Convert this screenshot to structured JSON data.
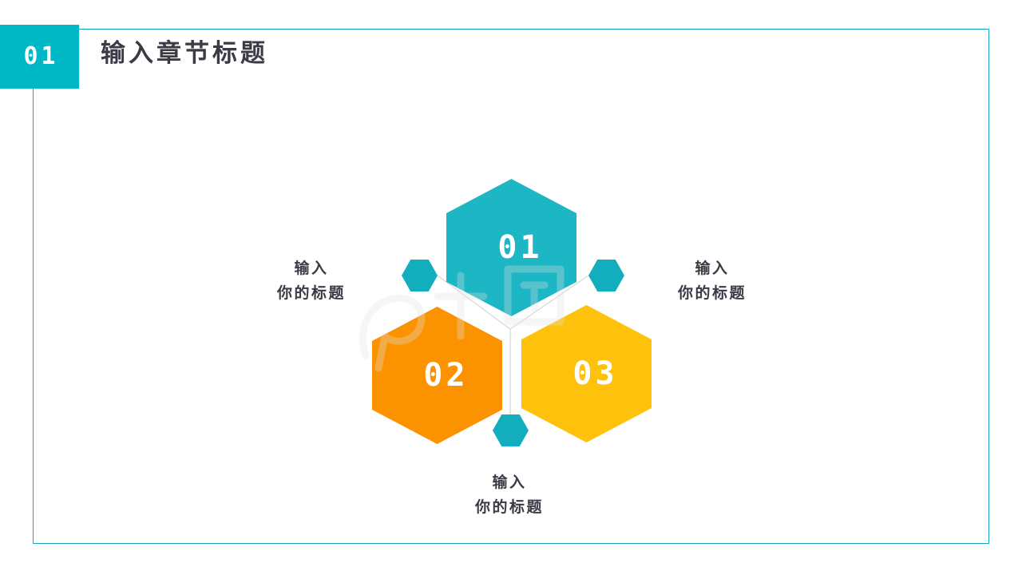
{
  "slide": {
    "background_color": "#FFFFFF",
    "frame_color": "#12A8BE"
  },
  "header": {
    "badge_number": "01",
    "badge_color": "#00B7C6",
    "title": "输入章节标题",
    "title_color": "#3B3B45"
  },
  "diagram": {
    "type": "hexagon-cluster",
    "connector_line_color": "#D9D9D9",
    "nodes": [
      {
        "id": "node-1",
        "number": "01",
        "color": "#1CB6C4",
        "caption_line1": "输入",
        "caption_line2": "你的标题",
        "caption_position": "left"
      },
      {
        "id": "node-2",
        "number": "02",
        "color": "#FB9300",
        "caption_line1": "输入",
        "caption_line2": "你的标题",
        "caption_position": "bottom"
      },
      {
        "id": "node-3",
        "number": "03",
        "color": "#FFC20C",
        "caption_line1": "输入",
        "caption_line2": "你的标题",
        "caption_position": "right"
      }
    ],
    "connector_dots": [
      {
        "id": "dot-left",
        "color": "#12AEBE"
      },
      {
        "id": "dot-right",
        "color": "#12AEBE"
      },
      {
        "id": "dot-bottom",
        "color": "#12AEBE"
      }
    ]
  },
  "captions": {
    "left": {
      "line1": "输入",
      "line2": "你的标题"
    },
    "right": {
      "line1": "输入",
      "line2": "你的标题"
    },
    "bottom": {
      "line1": "输入",
      "line2": "你的标题"
    }
  }
}
